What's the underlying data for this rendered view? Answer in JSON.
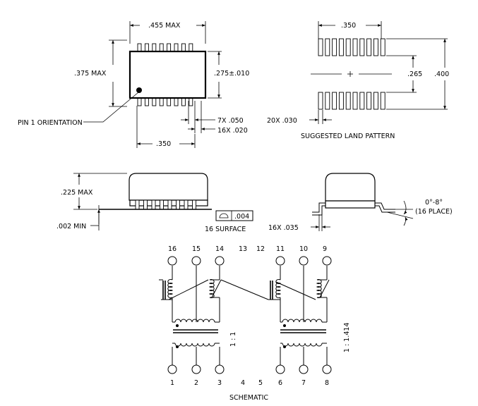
{
  "top_view": {
    "width_max": ".455 MAX",
    "height_max": ".375 MAX",
    "body_height": ".275±.010",
    "pin_pitch": "7X .050",
    "pin_width": "16X .020",
    "row_span": ".350",
    "pin1_label": "PIN 1 ORIENTATION"
  },
  "land_pattern": {
    "pad_span": ".350",
    "row_gap": ".265",
    "overall": ".400",
    "pad_width": "20X .030",
    "caption": "SUGGESTED LAND PATTERN"
  },
  "side_view": {
    "height_max": ".225 MAX",
    "standoff": ".002 MIN",
    "coplanarity_value": ".004",
    "coplanarity_note": "16 SURFACE"
  },
  "end_view": {
    "lead_thickness": "16X .035",
    "angle": "0°-8°",
    "angle_note": "(16 PLACE)"
  },
  "schematic": {
    "top_pins": [
      "16",
      "15",
      "14",
      "13",
      "12",
      "11",
      "10",
      "9"
    ],
    "bottom_pins": [
      "1",
      "2",
      "3",
      "4",
      "5",
      "6",
      "7",
      "8"
    ],
    "ratio_left": "1 : 1",
    "ratio_right": "1 : 1.414",
    "caption": "SCHEMATIC"
  }
}
